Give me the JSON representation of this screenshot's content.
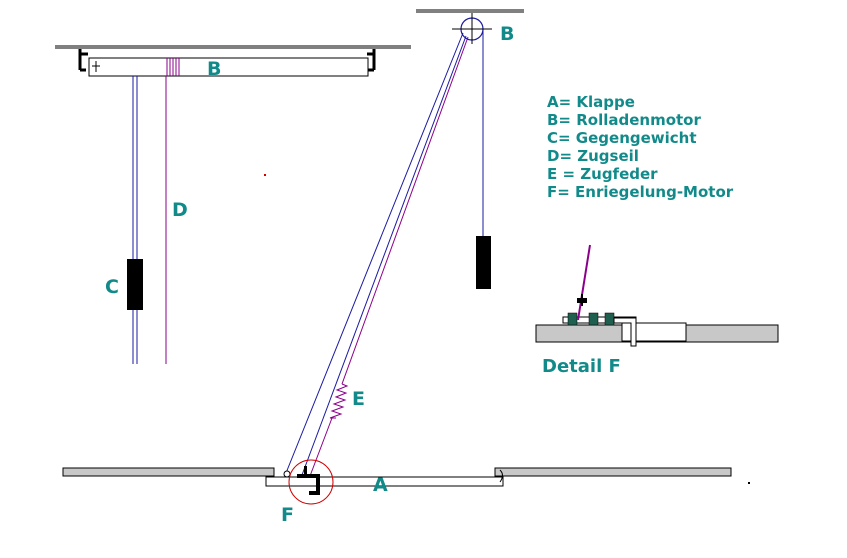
{
  "labels": {
    "b_left": "B",
    "b_right": "B",
    "c": "C",
    "d": "D",
    "e": "E",
    "a": "A",
    "f": "F"
  },
  "legend": [
    "A= Klappe",
    "B= Rolladenmotor",
    "C= Gegengewicht",
    "D= Zugseil",
    "E = Zugfeder",
    "F= Enriegelung-Motor"
  ],
  "detail_title": "Detail F",
  "colors": {
    "label": "#138a8a",
    "ceiling": "#808080",
    "rope_blue": "#1a1aa0",
    "rope_purple": "#8b008b",
    "weight": "#000000",
    "plate_fill": "#c8c8c8",
    "highlight_circle": "#d00000"
  }
}
